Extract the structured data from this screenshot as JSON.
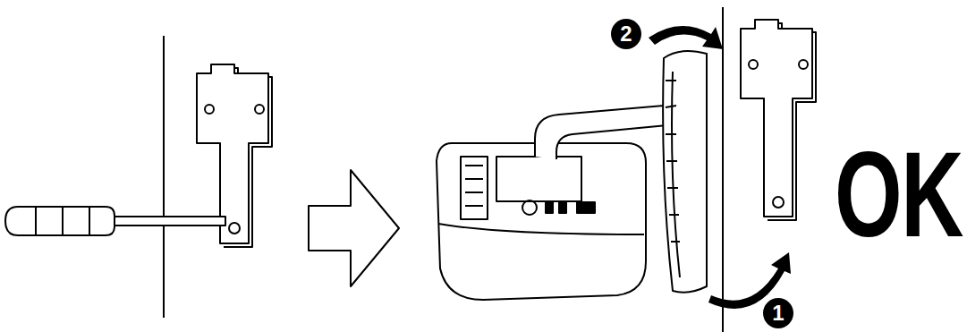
{
  "diagram": {
    "labels": [
      "2",
      "OK",
      "1"
    ]
  }
}
